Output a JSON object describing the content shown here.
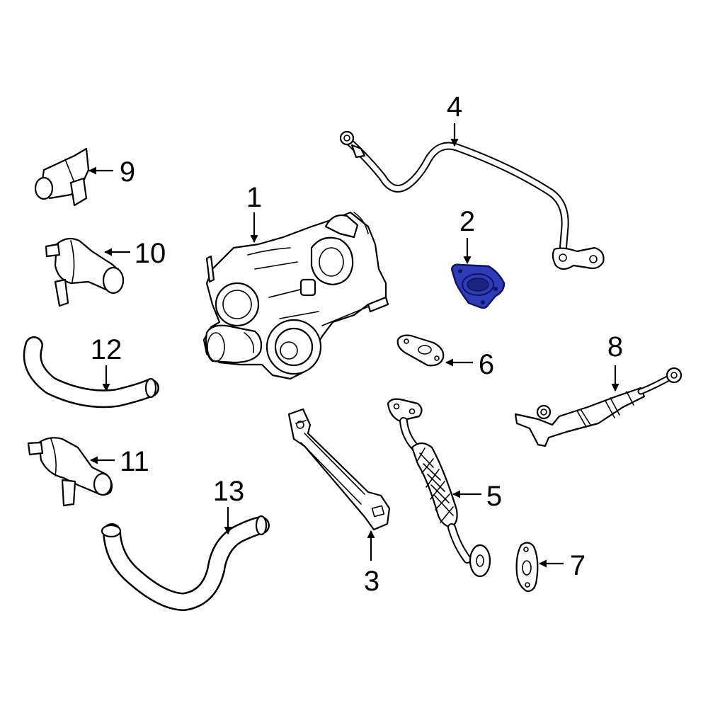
{
  "colors": {
    "line": "#000000",
    "background": "#ffffff",
    "highlight": "#2f3bb8",
    "highlight_dark": "#0e1560"
  },
  "highlighted_part": "2",
  "callouts": [
    {
      "id": "1",
      "label": "1"
    },
    {
      "id": "2",
      "label": "2"
    },
    {
      "id": "3",
      "label": "3"
    },
    {
      "id": "4",
      "label": "4"
    },
    {
      "id": "5",
      "label": "5"
    },
    {
      "id": "6",
      "label": "6"
    },
    {
      "id": "7",
      "label": "7"
    },
    {
      "id": "8",
      "label": "8"
    },
    {
      "id": "9",
      "label": "9"
    },
    {
      "id": "10",
      "label": "10"
    },
    {
      "id": "11",
      "label": "11"
    },
    {
      "id": "12",
      "label": "12"
    },
    {
      "id": "13",
      "label": "13"
    }
  ]
}
